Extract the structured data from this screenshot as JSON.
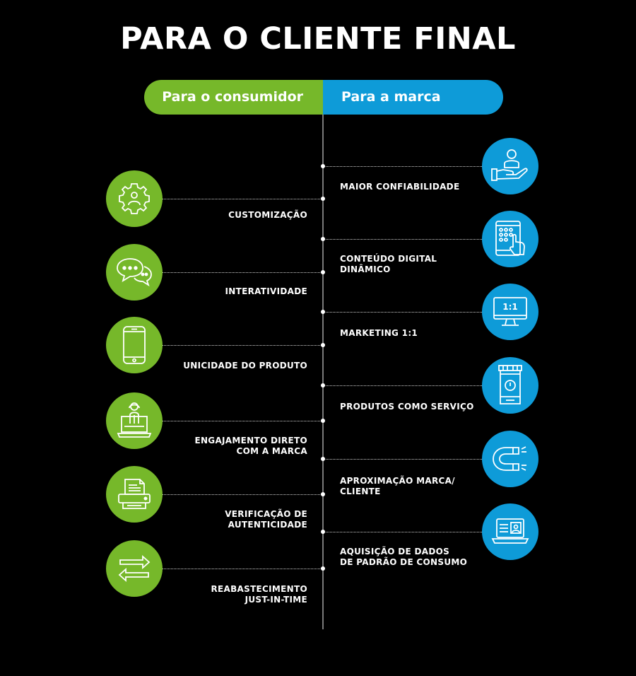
{
  "title": "PARA O CLIENTE FINAL",
  "tabs": {
    "left": "Para o consumidor",
    "right": "Para a marca"
  },
  "colors": {
    "green": "#76B82A",
    "blue": "#0E9BD8",
    "background": "#000000"
  },
  "consumer_items": [
    {
      "label": "CUSTOMIZAÇÃO",
      "icon": "gear-person-icon"
    },
    {
      "label": "INTERATIVIDADE",
      "icon": "chat-bubbles-icon"
    },
    {
      "label": "UNICIDADE DO PRODUTO",
      "icon": "smartphone-icon"
    },
    {
      "label": "ENGAJAMENTO DIRETO\nCOM A MARCA",
      "icon": "laptop-person-icon"
    },
    {
      "label": "VERIFICAÇÃO DE\nAUTENTICIDADE",
      "icon": "printer-icon"
    },
    {
      "label": "REABASTECIMENTO\nJUST-IN-TIME",
      "icon": "exchange-arrows-icon"
    }
  ],
  "brand_items": [
    {
      "label": "MAIOR CONFIABILIDADE",
      "icon": "hand-person-icon"
    },
    {
      "label": "CONTEÚDO DIGITAL\nDINÂMICO",
      "icon": "tablet-touch-icon"
    },
    {
      "label": "MARKETING 1:1",
      "icon": "monitor-icon",
      "icon_text": "1:1"
    },
    {
      "label": "PRODUTOS COMO SERVIÇO",
      "icon": "dispenser-icon"
    },
    {
      "label": "APROXIMAÇÃO MARCA/\nCLIENTE",
      "icon": "magnet-icon"
    },
    {
      "label": "AQUISIÇÃO DE DADOS\nDE PADRÃO DE CONSUMO",
      "icon": "laptop-profile-icon"
    }
  ]
}
